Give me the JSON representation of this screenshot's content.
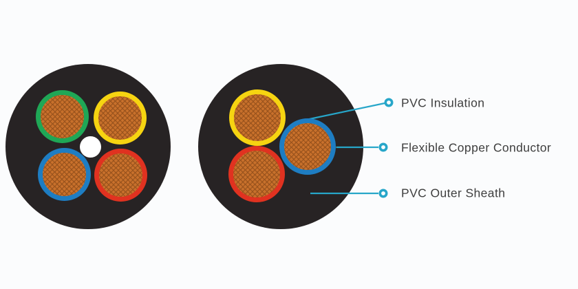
{
  "background": "#fbfcfd",
  "palette": {
    "sheath": "#272324",
    "copper": "#c9712c",
    "copper_mesh": "rgba(92,44,8,0.55)",
    "green": "#1fa756",
    "yellow": "#f6d411",
    "blue": "#1e7dc2",
    "red": "#e03220",
    "accent": "#27a6c9",
    "leader_dark": "#51605a",
    "text": "#3e3e3e",
    "filler_white": "#ffffff"
  },
  "cables": [
    {
      "name": "four-core-cable-cross-section",
      "core_ring_colors": [
        "green",
        "yellow",
        "blue",
        "red"
      ],
      "center_filler": true
    },
    {
      "name": "three-core-cable-cross-section",
      "core_ring_colors": [
        "yellow",
        "blue",
        "red"
      ],
      "center_filler": false
    }
  ],
  "annotations": [
    {
      "label": "PVC Insulation"
    },
    {
      "label": "Flexible Copper Conductor"
    },
    {
      "label": "PVC Outer Sheath"
    }
  ]
}
